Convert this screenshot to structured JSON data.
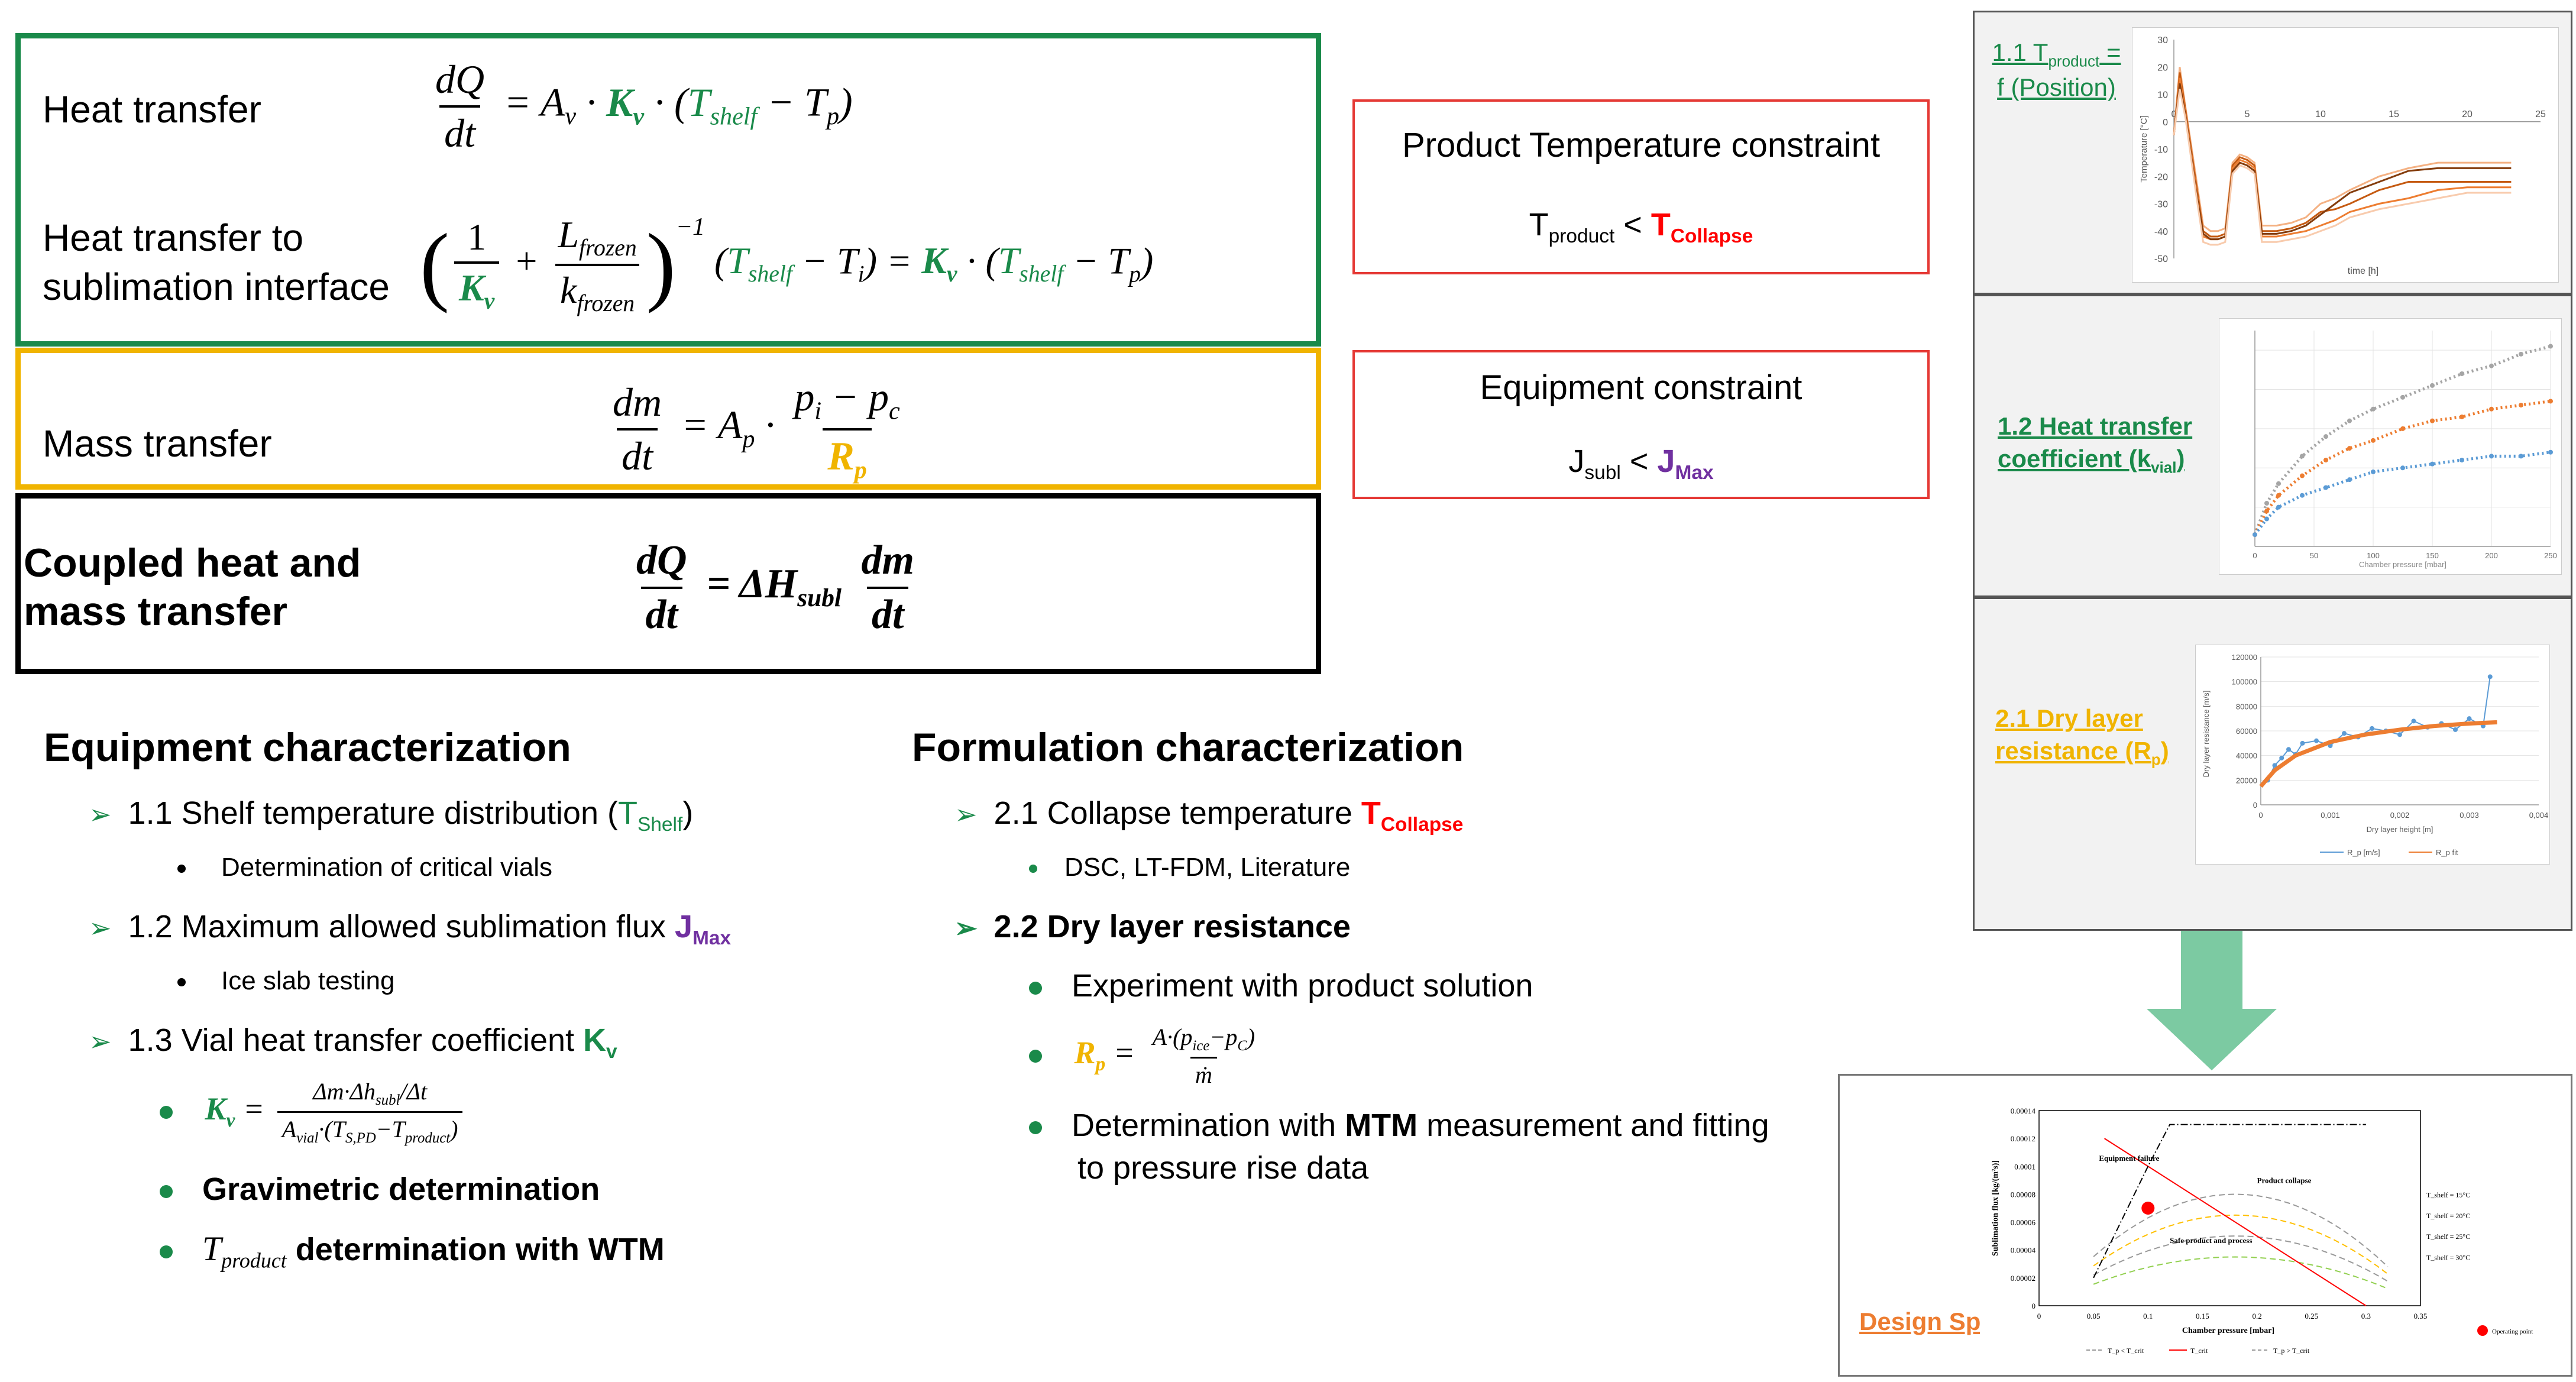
{
  "colors": {
    "green": "#1a8a4a",
    "yellow": "#f0b400",
    "red": "#ff0000",
    "purple": "#7030a0",
    "black": "#000000",
    "orange": "#ed7d31",
    "blue": "#5b9bd5",
    "gray": "#a5a5a5"
  },
  "equations": {
    "heat_transfer": "Heat transfer",
    "heat_interface_1": "Heat transfer to",
    "heat_interface_2": "sublimation interface",
    "mass_transfer": "Mass transfer",
    "coupled_1": "Coupled heat and",
    "coupled_2": "mass transfer"
  },
  "constraints": {
    "product": {
      "title": "Product Temperature constraint",
      "lhs": "T",
      "lhs_sub": "product",
      "op": "<",
      "rhs": "T",
      "rhs_sub": "Collapse"
    },
    "equipment": {
      "title": "Equipment constraint",
      "lhs": "J",
      "lhs_sub": "subl",
      "op": "<",
      "rhs": "J",
      "rhs_sub": "Max"
    }
  },
  "equipment": {
    "heading": "Equipment characterization",
    "item1": "1.1 Shelf temperature distribution (",
    "item1_T": "T",
    "item1_sub": "Shelf",
    "item1_close": ")",
    "item1_detail": "Determination of critical vials",
    "item2": "1.2 Maximum allowed sublimation flux ",
    "item2_J": "J",
    "item2_sub": "Max",
    "item2_detail": "Ice slab testing",
    "item3": "1.3 Vial heat transfer coefficient ",
    "item3_K": "K",
    "item3_sub": "v",
    "bullet_grav": "Gravimetric determination",
    "bullet_wtm": "determination with WTM"
  },
  "formulation": {
    "heading": "Formulation characterization",
    "item1": "2.1 Collapse temperature ",
    "item1_T": "T",
    "item1_sub": "Collapse",
    "item1_detail": "DSC, LT-FDM, Literature",
    "item2": "2.2 Dry layer resistance",
    "bullet1": "Experiment with product solution",
    "bullet3_a": "Determination with ",
    "bullet3_b": "MTM",
    "bullet3_c": " measurement and fitting",
    "bullet3_d": "to pressure rise data"
  },
  "panels": {
    "p1_label_a": "1.1 T",
    "p1_label_sub": "product",
    "p1_label_b": " =",
    "p1_label_c": "f (Position)",
    "p2_label_a": "1.2 Heat transfer",
    "p2_label_b": "coefficient (k",
    "p2_label_sub": "vial",
    "p2_label_c": ")",
    "p3_label_a": "2.1 Dry layer",
    "p3_label_b": "resistance (R",
    "p3_label_sub": "p",
    "p3_label_c": ")",
    "design_label": "Design Space"
  },
  "chart_data": [
    {
      "type": "line",
      "xlabel": "time [h]",
      "ylabel": "Temperature [°C]",
      "xlim": [
        0,
        25
      ],
      "ylim": [
        -50,
        30
      ],
      "xticks": [
        "0",
        "5",
        "10",
        "15",
        "20",
        "25"
      ],
      "yticks": [
        "30",
        "20",
        "10",
        "0",
        "-10",
        "-20",
        "-30",
        "-40",
        "-50"
      ],
      "series": [
        {
          "x": [
            0,
            0.4,
            0.8,
            1.5,
            2,
            2.5,
            3,
            3.5,
            4,
            4.5,
            5,
            5.5,
            6,
            7,
            8,
            9,
            10,
            11,
            12,
            14,
            16,
            18,
            20,
            22,
            23
          ],
          "y": [
            -5,
            20,
            5,
            -20,
            -38,
            -40,
            -40,
            -39,
            -15,
            -12,
            -13,
            -15,
            -38,
            -38,
            -37,
            -35,
            -30,
            -28,
            -25,
            -20,
            -17,
            -15,
            -15,
            -15,
            -15
          ]
        },
        {
          "x": [
            0,
            0.4,
            0.8,
            1.5,
            2,
            2.5,
            3,
            3.5,
            4,
            4.5,
            5,
            5.5,
            6,
            7,
            8,
            9,
            10,
            11,
            12,
            14,
            16,
            18,
            20,
            22,
            23
          ],
          "y": [
            -5,
            18,
            4,
            -22,
            -40,
            -42,
            -42,
            -41,
            -16,
            -13,
            -14,
            -16,
            -40,
            -40,
            -39,
            -37,
            -33,
            -32,
            -30,
            -25,
            -22,
            -22,
            -22,
            -22,
            -22
          ]
        },
        {
          "x": [
            0,
            0.4,
            0.8,
            1.5,
            2,
            2.5,
            3,
            3.5,
            4,
            4.5,
            5,
            5.5,
            6,
            7,
            8,
            9,
            10,
            11,
            12,
            14,
            16,
            18,
            20,
            22,
            23
          ],
          "y": [
            -5,
            16,
            3,
            -24,
            -42,
            -43,
            -43,
            -42,
            -17,
            -14,
            -15,
            -17,
            -42,
            -42,
            -41,
            -40,
            -38,
            -36,
            -33,
            -30,
            -28,
            -25,
            -24,
            -24,
            -24
          ]
        },
        {
          "x": [
            0,
            0.4,
            0.8,
            1.5,
            2,
            2.5,
            3,
            3.5,
            4,
            4.5,
            5,
            5.5,
            6,
            7,
            8,
            9,
            10,
            11,
            12,
            14,
            16,
            18,
            20,
            22,
            23
          ],
          "y": [
            -5,
            14,
            2,
            -25,
            -41,
            -43,
            -43,
            -42,
            -18,
            -15,
            -16,
            -18,
            -41,
            -41,
            -40,
            -38,
            -34,
            -30,
            -26,
            -22,
            -18,
            -17,
            -17,
            -17,
            -17
          ]
        },
        {
          "x": [
            0,
            0.4,
            0.8,
            1.5,
            2,
            2.5,
            3,
            3.5,
            4,
            4.5,
            5,
            5.5,
            6,
            7,
            8,
            9,
            10,
            11,
            12,
            14,
            16,
            18,
            20,
            22,
            23
          ],
          "y": [
            -5,
            12,
            1,
            -26,
            -44,
            -45,
            -45,
            -44,
            -19,
            -16,
            -17,
            -19,
            -44,
            -44,
            -43,
            -42,
            -40,
            -38,
            -35,
            -32,
            -30,
            -28,
            -26,
            -26,
            -26
          ]
        }
      ]
    },
    {
      "type": "scatter",
      "xlabel": "Chamber pressure [mbar]",
      "xlim": [
        0,
        250
      ],
      "xticks": [
        "0",
        "50",
        "100",
        "150",
        "200",
        "250"
      ],
      "series": [
        {
          "x": [
            0,
            10,
            20,
            40,
            60,
            80,
            100,
            125,
            150,
            175,
            200,
            225,
            250
          ],
          "y": [
            3,
            11,
            16,
            23,
            28,
            32,
            35,
            38,
            41,
            44,
            46,
            49,
            51
          ]
        },
        {
          "x": [
            0,
            10,
            20,
            40,
            60,
            80,
            100,
            125,
            150,
            175,
            200,
            225,
            250
          ],
          "y": [
            3,
            9,
            13,
            18,
            22,
            25,
            27,
            30,
            32,
            33,
            35,
            36,
            37
          ]
        },
        {
          "x": [
            0,
            10,
            20,
            40,
            60,
            80,
            100,
            125,
            150,
            175,
            200,
            225,
            250
          ],
          "y": [
            3,
            7,
            10,
            13,
            15,
            17,
            19,
            20,
            21,
            22,
            23,
            23,
            24
          ]
        }
      ]
    },
    {
      "type": "scatter",
      "xlabel": "Dry layer height [m]",
      "ylabel": "Dry layer resistance [m/s]",
      "xlim": [
        0,
        0.004
      ],
      "ylim": [
        0,
        120000
      ],
      "xticks": [
        "0",
        "0,001",
        "0,002",
        "0,003",
        "0,004"
      ],
      "yticks": [
        "120000",
        "100000",
        "80000",
        "60000",
        "40000",
        "20000",
        "0"
      ],
      "series": [
        {
          "name": "R_p [m/s]",
          "x": [
            0.0001,
            0.0002,
            0.0003,
            0.0004,
            0.0005,
            0.0006,
            0.0008,
            0.001,
            0.0012,
            0.0014,
            0.0016,
            0.0018,
            0.002,
            0.0022,
            0.0024,
            0.0026,
            0.0028,
            0.003,
            0.0032,
            0.0033
          ],
          "y": [
            20000,
            32000,
            38000,
            45000,
            41000,
            50000,
            52000,
            48000,
            58000,
            55000,
            62000,
            60000,
            57000,
            68000,
            63000,
            66000,
            61000,
            70000,
            64000,
            104000
          ]
        },
        {
          "name": "R_p fit",
          "x": [
            0,
            0.0002,
            0.0005,
            0.001,
            0.0015,
            0.002,
            0.0025,
            0.003,
            0.0034
          ],
          "y": [
            15000,
            28000,
            40000,
            51000,
            57000,
            61000,
            64000,
            66000,
            67000
          ]
        }
      ]
    },
    {
      "type": "line",
      "xlabel": "Chamber pressure [mbar]",
      "ylabel": "Sublimation flux [kg/(m²s)]",
      "xlim": [
        0,
        0.35
      ],
      "ylim": [
        0,
        0.00014
      ],
      "xticks": [
        "0",
        "0.05",
        "0.1",
        "0.15",
        "0.2",
        "0.25",
        "0.3",
        "0.35"
      ],
      "yticks": [
        "0.00014",
        "0.00012",
        "0.0001",
        "0.00008",
        "0.00006",
        "0.00004",
        "0.00002",
        "0"
      ],
      "annotations": [
        "Equipment failure",
        "Product collapse",
        "Safe product and process",
        "Operating point",
        "T_shelf = 15°C",
        "T_shelf = 20°C",
        "T_shelf = 25°C",
        "T_shelf = 30°C"
      ],
      "legend": [
        "T_p < T_crit",
        "T_crit",
        "T_p > T_crit"
      ],
      "operating_point": {
        "x": 0.1,
        "y": 7e-05
      }
    }
  ]
}
